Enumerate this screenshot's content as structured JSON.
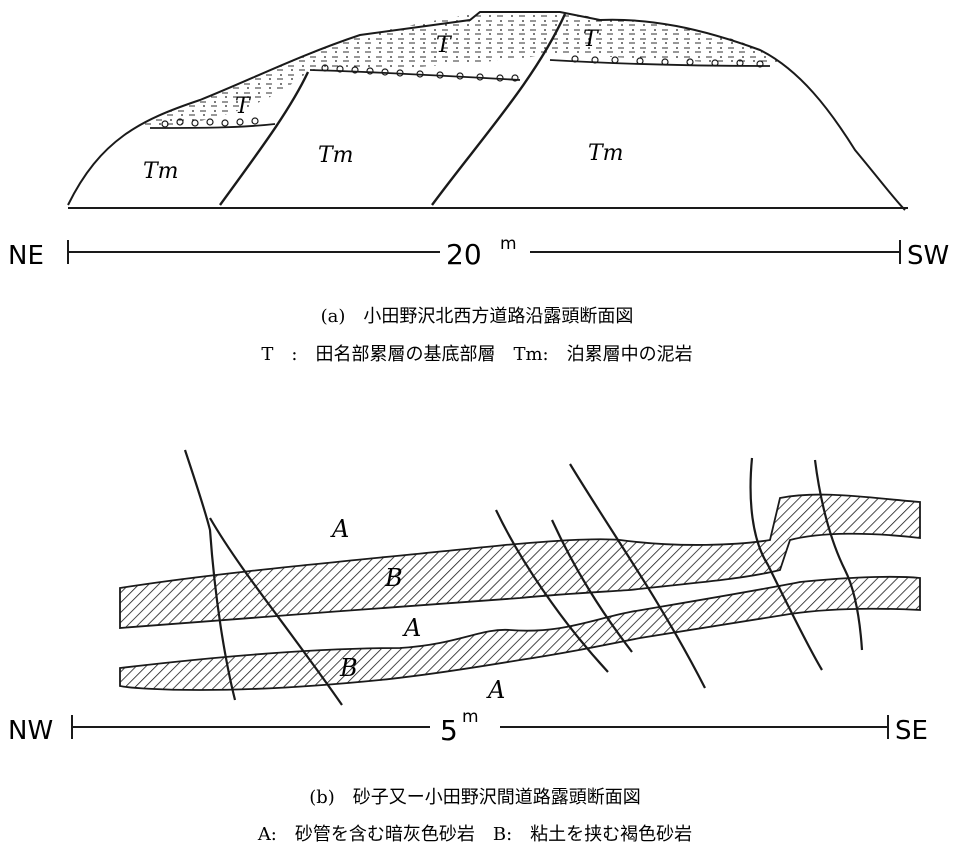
{
  "fig_a": {
    "labels": {
      "tm_1": "Tm",
      "tm_2": "Tm",
      "tm_3": "Tm",
      "t_1": "T",
      "t_2": "T",
      "t_3": "T"
    },
    "scale": {
      "left": "NE",
      "right": "SW",
      "value": "20",
      "unit": "m"
    },
    "caption": "(a)　小田野沢北西方道路沿露頭断面図",
    "legend": "T　:　田名部累層の基底部層　Tm:　泊累層中の泥岩"
  },
  "fig_b": {
    "labels": {
      "a_1": "A",
      "a_2": "A",
      "a_3": "A",
      "b_1": "B",
      "b_2": "B"
    },
    "scale": {
      "left": "NW",
      "right": "SE",
      "value": "5",
      "unit": "m"
    },
    "caption": "(b)　砂子又ー小田野沢間道路露頭断面図",
    "legend": "A:　砂管を含む暗灰色砂岩　B:　粘土を挟む褐色砂岩"
  },
  "colors": {
    "ink": "#1a1a1a",
    "paper": "#ffffff"
  }
}
